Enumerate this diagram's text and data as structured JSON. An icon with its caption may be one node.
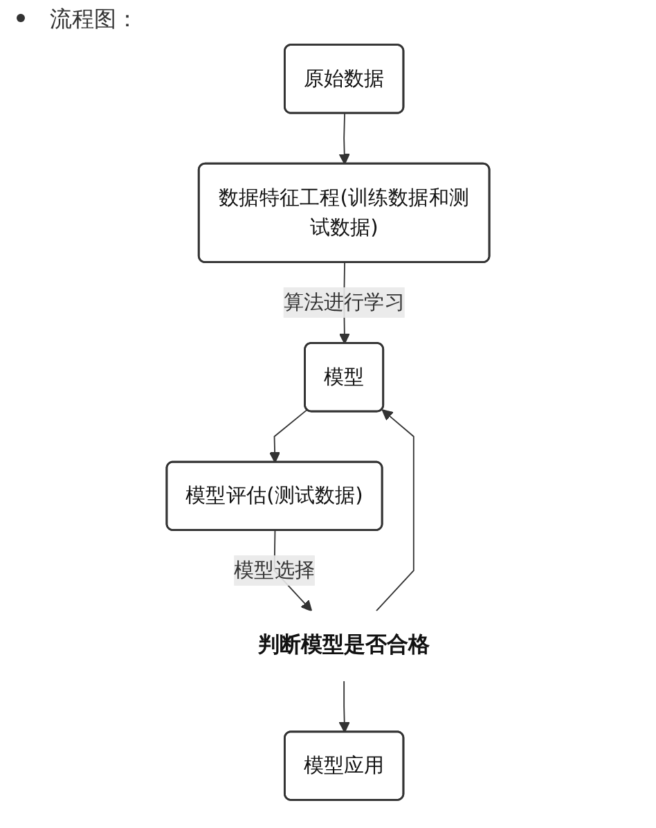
{
  "diagram": {
    "title": "流程图：",
    "nodes": [
      {
        "text": [
          "原始数据"
        ]
      },
      {
        "text": [
          "数据特征工程(训练数据和测试数据)"
        ]
      },
      {
        "text": [
          "模型"
        ]
      },
      {
        "text": [
          "模型评估(测试数据)"
        ]
      },
      {
        "text": [
          "判断模型是否合格"
        ]
      },
      {
        "text": [
          "模型应用"
        ]
      }
    ],
    "edges": [
      {
        "from": 0,
        "to": 1,
        "arrow": "to"
      },
      {
        "from": 1,
        "to": 2,
        "arrow": "to",
        "label": "算法进行学习"
      },
      {
        "from": 2,
        "to": 3,
        "arrow": "to"
      },
      {
        "from": 3,
        "to": 4,
        "arrow": "to",
        "label": "模型选择"
      },
      {
        "from": 4,
        "to": 2,
        "arrow": "to"
      },
      {
        "from": 4,
        "to": 5,
        "arrow": "to"
      }
    ]
  }
}
